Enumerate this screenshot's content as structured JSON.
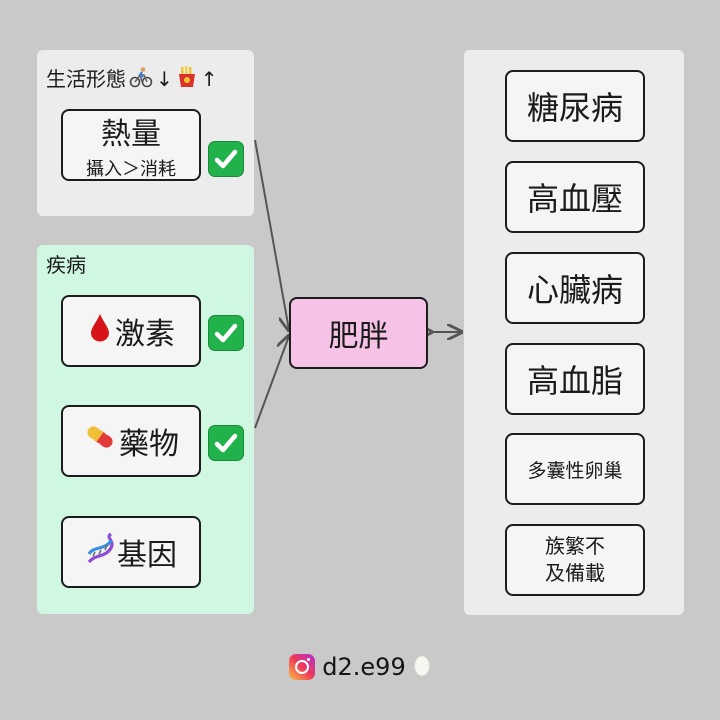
{
  "lifestyle": {
    "label": "生活形態",
    "arrow_down": "↓",
    "arrow_up": "↑",
    "icons": [
      "cyclist-icon",
      "fries-icon"
    ]
  },
  "disease": {
    "label": "疾病"
  },
  "causes": [
    {
      "text": "熱量",
      "sub": "攝入＞消耗",
      "checked": true
    },
    {
      "text": "激素",
      "icon": "blood-drop-icon",
      "checked": true
    },
    {
      "text": "藥物",
      "icon": "pill-icon",
      "checked": true
    },
    {
      "text": "基因",
      "icon": "dna-icon",
      "checked": false
    }
  ],
  "center": {
    "text": "肥胖"
  },
  "results": [
    "糖尿病",
    "高血壓",
    "心臟病",
    "高血脂",
    "多囊性卵巢",
    "族繁不",
    "及備載"
  ],
  "footer": {
    "handle": "d2.e99"
  },
  "colors": {
    "background": "#c9c9c9",
    "panel_gray": "#ececec",
    "panel_green": "#cff7e2",
    "center_pink": "#f6c3e6",
    "check_green": "#22b24c"
  }
}
